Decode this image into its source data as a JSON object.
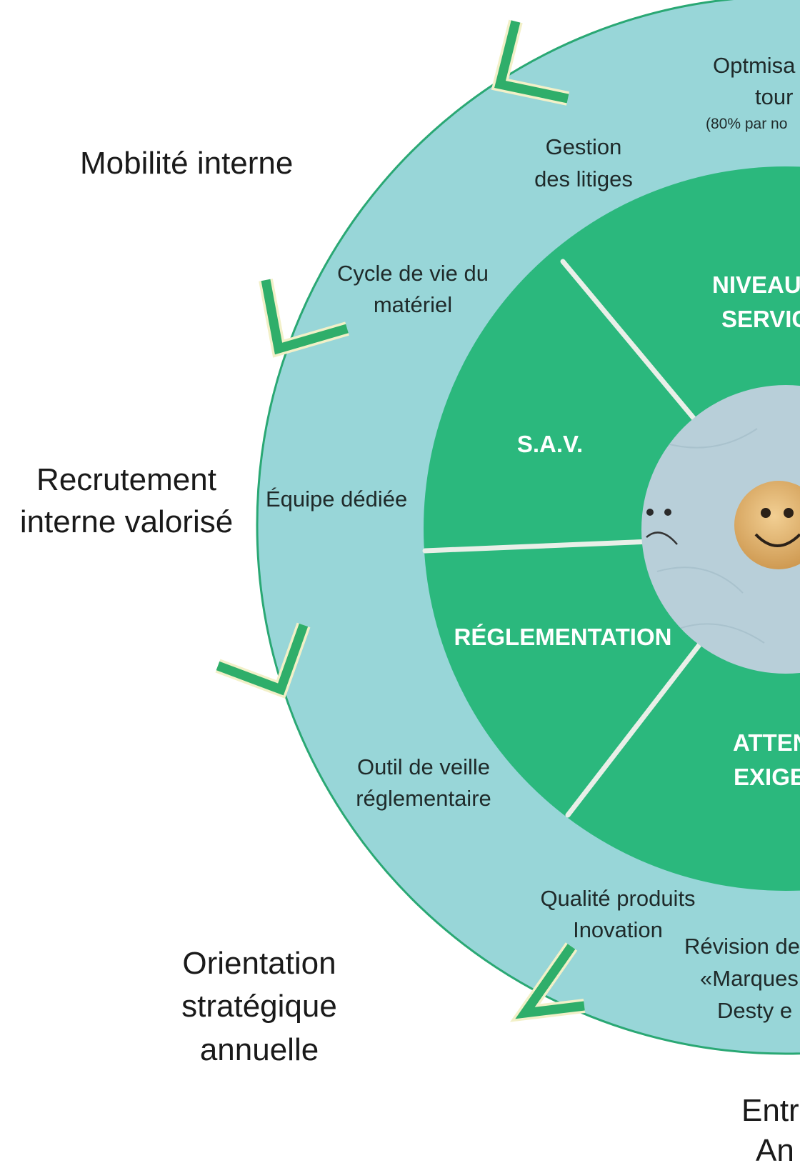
{
  "colors": {
    "outer_ring": "#98d6d8",
    "outer_ring_border": "#2aa874",
    "inner_disc": "#2bb87d",
    "divider": "#e9efe8",
    "center_bg": "#b8cfd9",
    "smiley_wood": "#e0b575",
    "arrow_green": "#2fae6a",
    "arrow_edge": "#f2f0c8"
  },
  "outer_labels": {
    "mobilite": "Mobilité interne",
    "recrutement_line1": "Recrutement",
    "recrutement_line2": "interne valorisé",
    "orientation_line1": "Orientation",
    "orientation_line2": "stratégique",
    "orientation_line3": "annuelle",
    "entr_line1": "Entr",
    "entr_line2": "An"
  },
  "ring_labels": {
    "optim_line1": "Optmisa",
    "optim_line2": "tour",
    "optim_note": "(80% par no",
    "gestion_line1": "Gestion",
    "gestion_line2": "des litiges",
    "cycle_line1": "Cycle de vie du",
    "cycle_line2": "matériel",
    "equipe": "Équipe dédiée",
    "outil_line1": "Outil de veille",
    "outil_line2": "réglementaire",
    "qualite_line1": "Qualité produits",
    "qualite_line2": "Inovation",
    "revision_line1": "Révision de",
    "revision_line2": "«Marques",
    "revision_line3": "Desty e"
  },
  "segments": {
    "niveau_line1": "NIVEAU",
    "niveau_line2": "SERVIC",
    "sav": "S.A.V.",
    "reglementation": "RÉGLEMENTATION",
    "attentes_line1": "ATTEN",
    "attentes_line2": "EXIGE"
  },
  "icons": {
    "arrows": "check-arrow-icon",
    "center": "smiley-face-icon"
  }
}
